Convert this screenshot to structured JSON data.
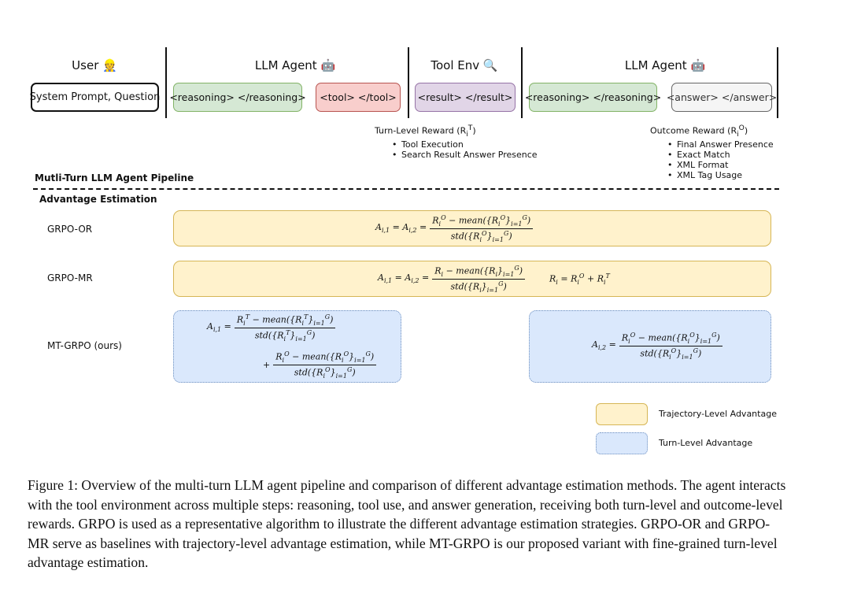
{
  "columns": [
    {
      "label": "User 👷"
    },
    {
      "label": "LLM Agent 🤖"
    },
    {
      "label": "Tool Env 🔍"
    },
    {
      "label": "LLM Agent 🤖"
    }
  ],
  "pills": {
    "system_prompt": "System Prompt, Question",
    "reasoning_1": "<reasoning> </reasoning>",
    "tool": "<tool> </tool>",
    "result": "<result> </result>",
    "reasoning_2": "<reasoning> </reasoning>",
    "answer": "<answer> </answer>"
  },
  "turn_reward": {
    "title": "Turn-Level Reward (R",
    "items": [
      "Tool Execution",
      "Search Result Answer Presence"
    ]
  },
  "outcome_reward": {
    "title": "Outcome Reward (R",
    "items": [
      "Final Answer Presence",
      "Exact Match",
      "XML Format",
      "XML Tag Usage"
    ]
  },
  "pipeline_label": "Mutli-Turn LLM Agent Pipeline",
  "advantage_label": "Advantage Estimation",
  "methods": {
    "or": "GRPO-OR",
    "mr": "GRPO-MR",
    "mt": "MT-GRPO (ours)"
  },
  "legend": {
    "trajectory": "Trajectory-Level Advantage",
    "turn": "Turn-Level Advantage"
  },
  "colors": {
    "trajectory_fill": "#fff2cc",
    "turn_fill": "#dae8fc",
    "reasoning_fill": "#d5e8d4",
    "tool_fill": "#f8cecc",
    "result_fill": "#e1d5e7"
  },
  "caption": "Figure 1: Overview of the multi-turn LLM agent pipeline and comparison of different advantage estimation methods. The agent interacts with the tool environment across multiple steps: reasoning, tool use, and answer generation, receiving both turn-level and outcome-level rewards. GRPO is used as a representative algorithm to illustrate the different advantage estimation strategies. GRPO-OR and GRPO-MR serve as baselines with trajectory-level advantage estimation, while MT-GRPO is our proposed variant with fine-grained turn-level advantage estimation."
}
